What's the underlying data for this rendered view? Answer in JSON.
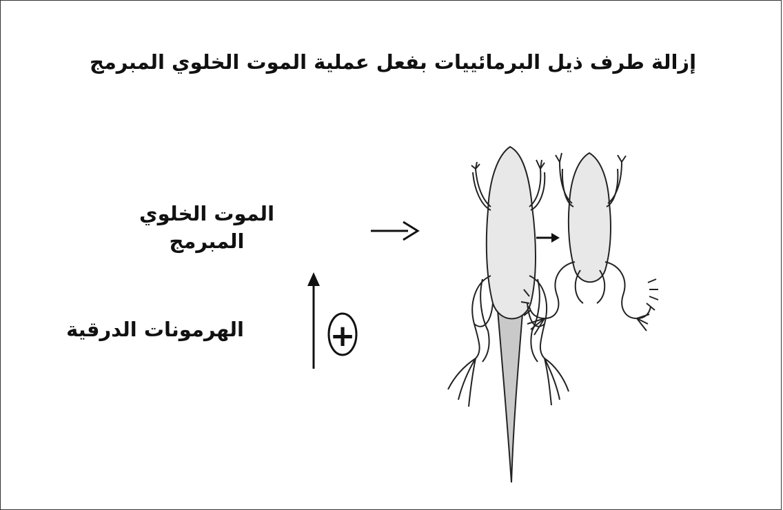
{
  "title": "إزالة طرف ذيل البرمائييات بفعل عملية الموت الخلوي المبرمج",
  "labels": {
    "apoptosis_line1": "الموت الخلوي",
    "apoptosis_line2": "المبرمج",
    "thyroid_hormones": "الهرمونات الدرقية"
  },
  "symbols": {
    "plus": "+"
  },
  "colors": {
    "ink": "#111111",
    "body_fill": "#e8e8e8",
    "frame": "#333333"
  }
}
